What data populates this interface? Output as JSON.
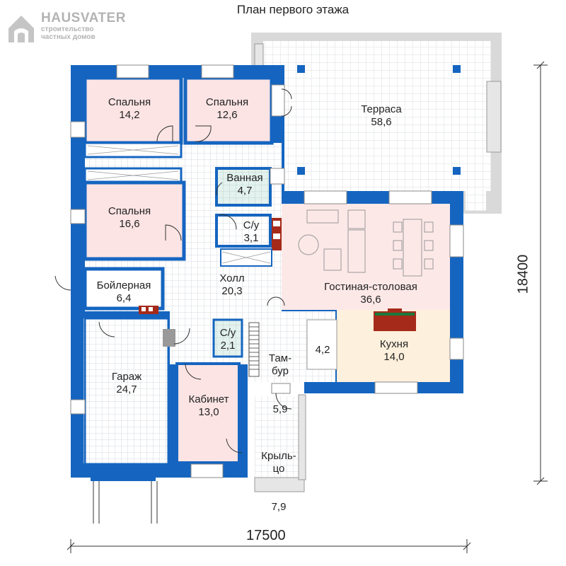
{
  "logo": {
    "brand": "HAUSVATER",
    "line1": "строительство",
    "line2": "частных домов"
  },
  "title": "План первого этажа",
  "rooms": [
    {
      "key": "bed1",
      "name": "Спальня",
      "area": "14,2"
    },
    {
      "key": "bed2",
      "name": "Спальня",
      "area": "12,6"
    },
    {
      "key": "terrace",
      "name": "Терраса",
      "area": "58,6"
    },
    {
      "key": "bath",
      "name": "Ванная",
      "area": "4,7"
    },
    {
      "key": "bed3",
      "name": "Спальня",
      "area": "16,6"
    },
    {
      "key": "wc1",
      "name": "С/у",
      "area": "3,1"
    },
    {
      "key": "hall",
      "name": "Холл",
      "area": "20,3"
    },
    {
      "key": "boiler",
      "name": "Бойлерная",
      "area": "6,4"
    },
    {
      "key": "living",
      "name": "Гостиная-столовая",
      "area": "36,6"
    },
    {
      "key": "wc2",
      "name": "С/у",
      "area": "2,1"
    },
    {
      "key": "vest",
      "name": "Там-\nбур",
      "area": "5,9"
    },
    {
      "key": "pantry",
      "name": "",
      "area": "4,2"
    },
    {
      "key": "kitchen",
      "name": "Кухня",
      "area": "14,0"
    },
    {
      "key": "garage",
      "name": "Гараж",
      "area": "24,7"
    },
    {
      "key": "office",
      "name": "Кабинет",
      "area": "13,0"
    },
    {
      "key": "porch",
      "name": "Крыль-\nцо",
      "area": "7,9"
    }
  ],
  "dimensions": {
    "width": "17500",
    "height": "18400"
  },
  "colors": {
    "wall": "#1565c0",
    "bedroom": "#fce4e4",
    "living": "#fde8e8",
    "kitchen": "#fdf0dc",
    "bath": "#e0f2ee",
    "tile": "#ffffff",
    "grid": "#cfd6de",
    "furniture": "#a52a1a"
  }
}
